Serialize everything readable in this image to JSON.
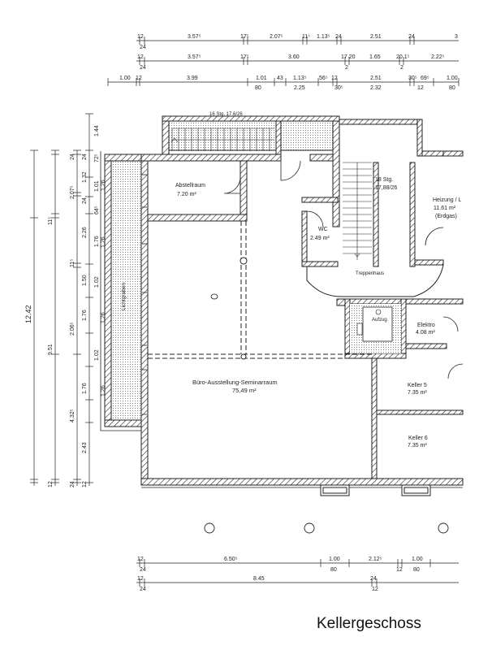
{
  "title": "Kellergeschoss",
  "rooms": {
    "abstellraum": {
      "name": "Abstellraum",
      "area": "7.20 m²"
    },
    "wc": {
      "name": "WC",
      "area": "2.49 m²"
    },
    "treppenhaus": {
      "name": "Treppenhaus"
    },
    "stair_upper": {
      "line1": "18 Stg.",
      "line2": "17,88/26"
    },
    "stair_top": "16 Stg. 17.6/26",
    "heizung": {
      "name": "Heizung / L",
      "area": "11.61 m²",
      "note": "(Erdgas)"
    },
    "elektro": {
      "name": "Elektro",
      "area": "4.08 m²"
    },
    "aufzug": {
      "name": "Aufzug"
    },
    "buero": {
      "name": "Büro-Ausstellung-Seminarraum",
      "area": "75,49 m²"
    },
    "keller5": {
      "name": "Keller 5",
      "area": "7.35 m²"
    },
    "keller6": {
      "name": "Keller 6",
      "area": "7.35 m²"
    },
    "lichtgraben": "Lichtgraben"
  },
  "dims_top": {
    "row1": [
      "12",
      "3.57⁵",
      "17⁵",
      "2.07⁵",
      "11⁵",
      "1.13⁵",
      "24",
      "2.51",
      "24",
      "3"
    ],
    "row1_sub": "24",
    "row2": [
      "12",
      "3.57⁵",
      "17⁵",
      "3.60",
      "17 20",
      "1.65",
      "20 1⁵",
      "2.22⁵"
    ],
    "row2_sub": [
      "24",
      "2",
      "2"
    ],
    "row3": [
      "1.00",
      "12",
      "3.99",
      "1.01",
      "43",
      "1.13⁵",
      "56⁵",
      "12",
      "2.51",
      "30⁵",
      "69⁵",
      "1.00"
    ],
    "row3_sub": [
      "80",
      "2.25",
      "30⁵",
      "2.32",
      "12",
      "80"
    ]
  },
  "dims_left": {
    "total": "12.42",
    "col_a": [
      "11⁵",
      "9.51",
      "12"
    ],
    "col_b": [
      "24",
      "2.07⁵",
      "11⁵",
      "2.06⁵",
      "4.32⁵",
      "24"
    ],
    "col_c": [
      "24",
      "1.32",
      "24",
      "2.26",
      "1.50",
      "1.76",
      "1.76",
      "2.43",
      "12"
    ],
    "col_d": [
      "1.44",
      "1.01",
      "64⁵",
      "1.76",
      "1.02",
      "1.02",
      "1.26",
      "1.26",
      "1.26",
      "1.26",
      "72⁵"
    ]
  },
  "dims_bottom": {
    "row1": [
      "12",
      "6.50⁵",
      "1.00",
      "2.12⁵",
      "1.00"
    ],
    "row1_sub": [
      "24",
      "80",
      "12",
      "80"
    ],
    "row2": [
      "12",
      "8.45",
      "24"
    ],
    "row2_sub": [
      "24",
      "12"
    ]
  }
}
